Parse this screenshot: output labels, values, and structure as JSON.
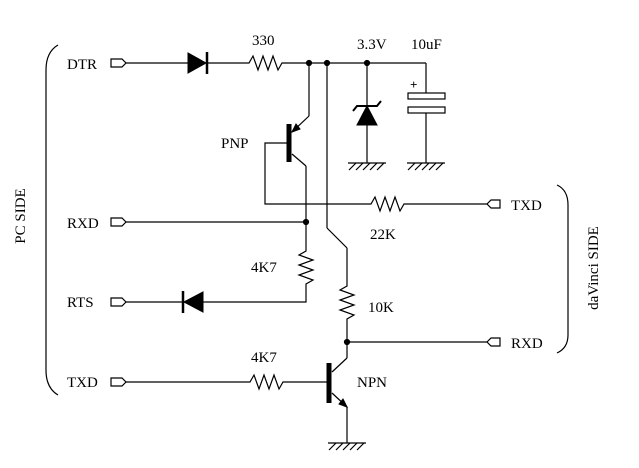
{
  "diagram": {
    "left_side_label": "PC SIDE",
    "right_side_label": "daVinci SIDE",
    "pc_ports": {
      "dtr": "DTR",
      "rxd": "RXD",
      "rts": "RTS",
      "txd": "TXD"
    },
    "davinci_ports": {
      "txd": "TXD",
      "rxd": "RXD"
    },
    "components": {
      "r_dtr": "330",
      "supply_voltage": "3.3V",
      "capacitor": "10uF",
      "capacitor_polarity": "+",
      "pnp": "PNP",
      "r_feedback": "22K",
      "r_rts": "4K7",
      "r_collector": "10K",
      "r_base": "4K7",
      "npn": "NPN"
    }
  }
}
